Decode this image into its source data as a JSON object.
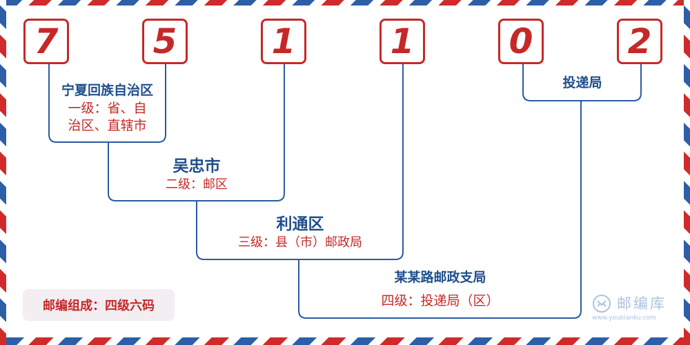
{
  "postcode": {
    "digits": [
      "7",
      "5",
      "1",
      "1",
      "0",
      "2"
    ]
  },
  "levels": {
    "province": {
      "name": "宁夏回族自治区",
      "level_line1": "一级：省、自",
      "level_line2": "治区、直辖市"
    },
    "city": {
      "name": "吴忠市",
      "level": "二级：邮区"
    },
    "district": {
      "name": "利通区",
      "level": "三级：县（市）邮政局"
    },
    "branch": {
      "name": "某某路邮政支局",
      "level": "四级：投递局（区）"
    },
    "delivery": {
      "name": "投递局"
    }
  },
  "note": {
    "text": "邮编组成：四级六码"
  },
  "watermark": {
    "name": "邮编库",
    "url": "www.youbianku.com"
  },
  "colors": {
    "red": "#c62828",
    "blue": "#1f4e8c",
    "stripe_red": "#d02a2a",
    "stripe_blue": "#2d5fa8"
  }
}
